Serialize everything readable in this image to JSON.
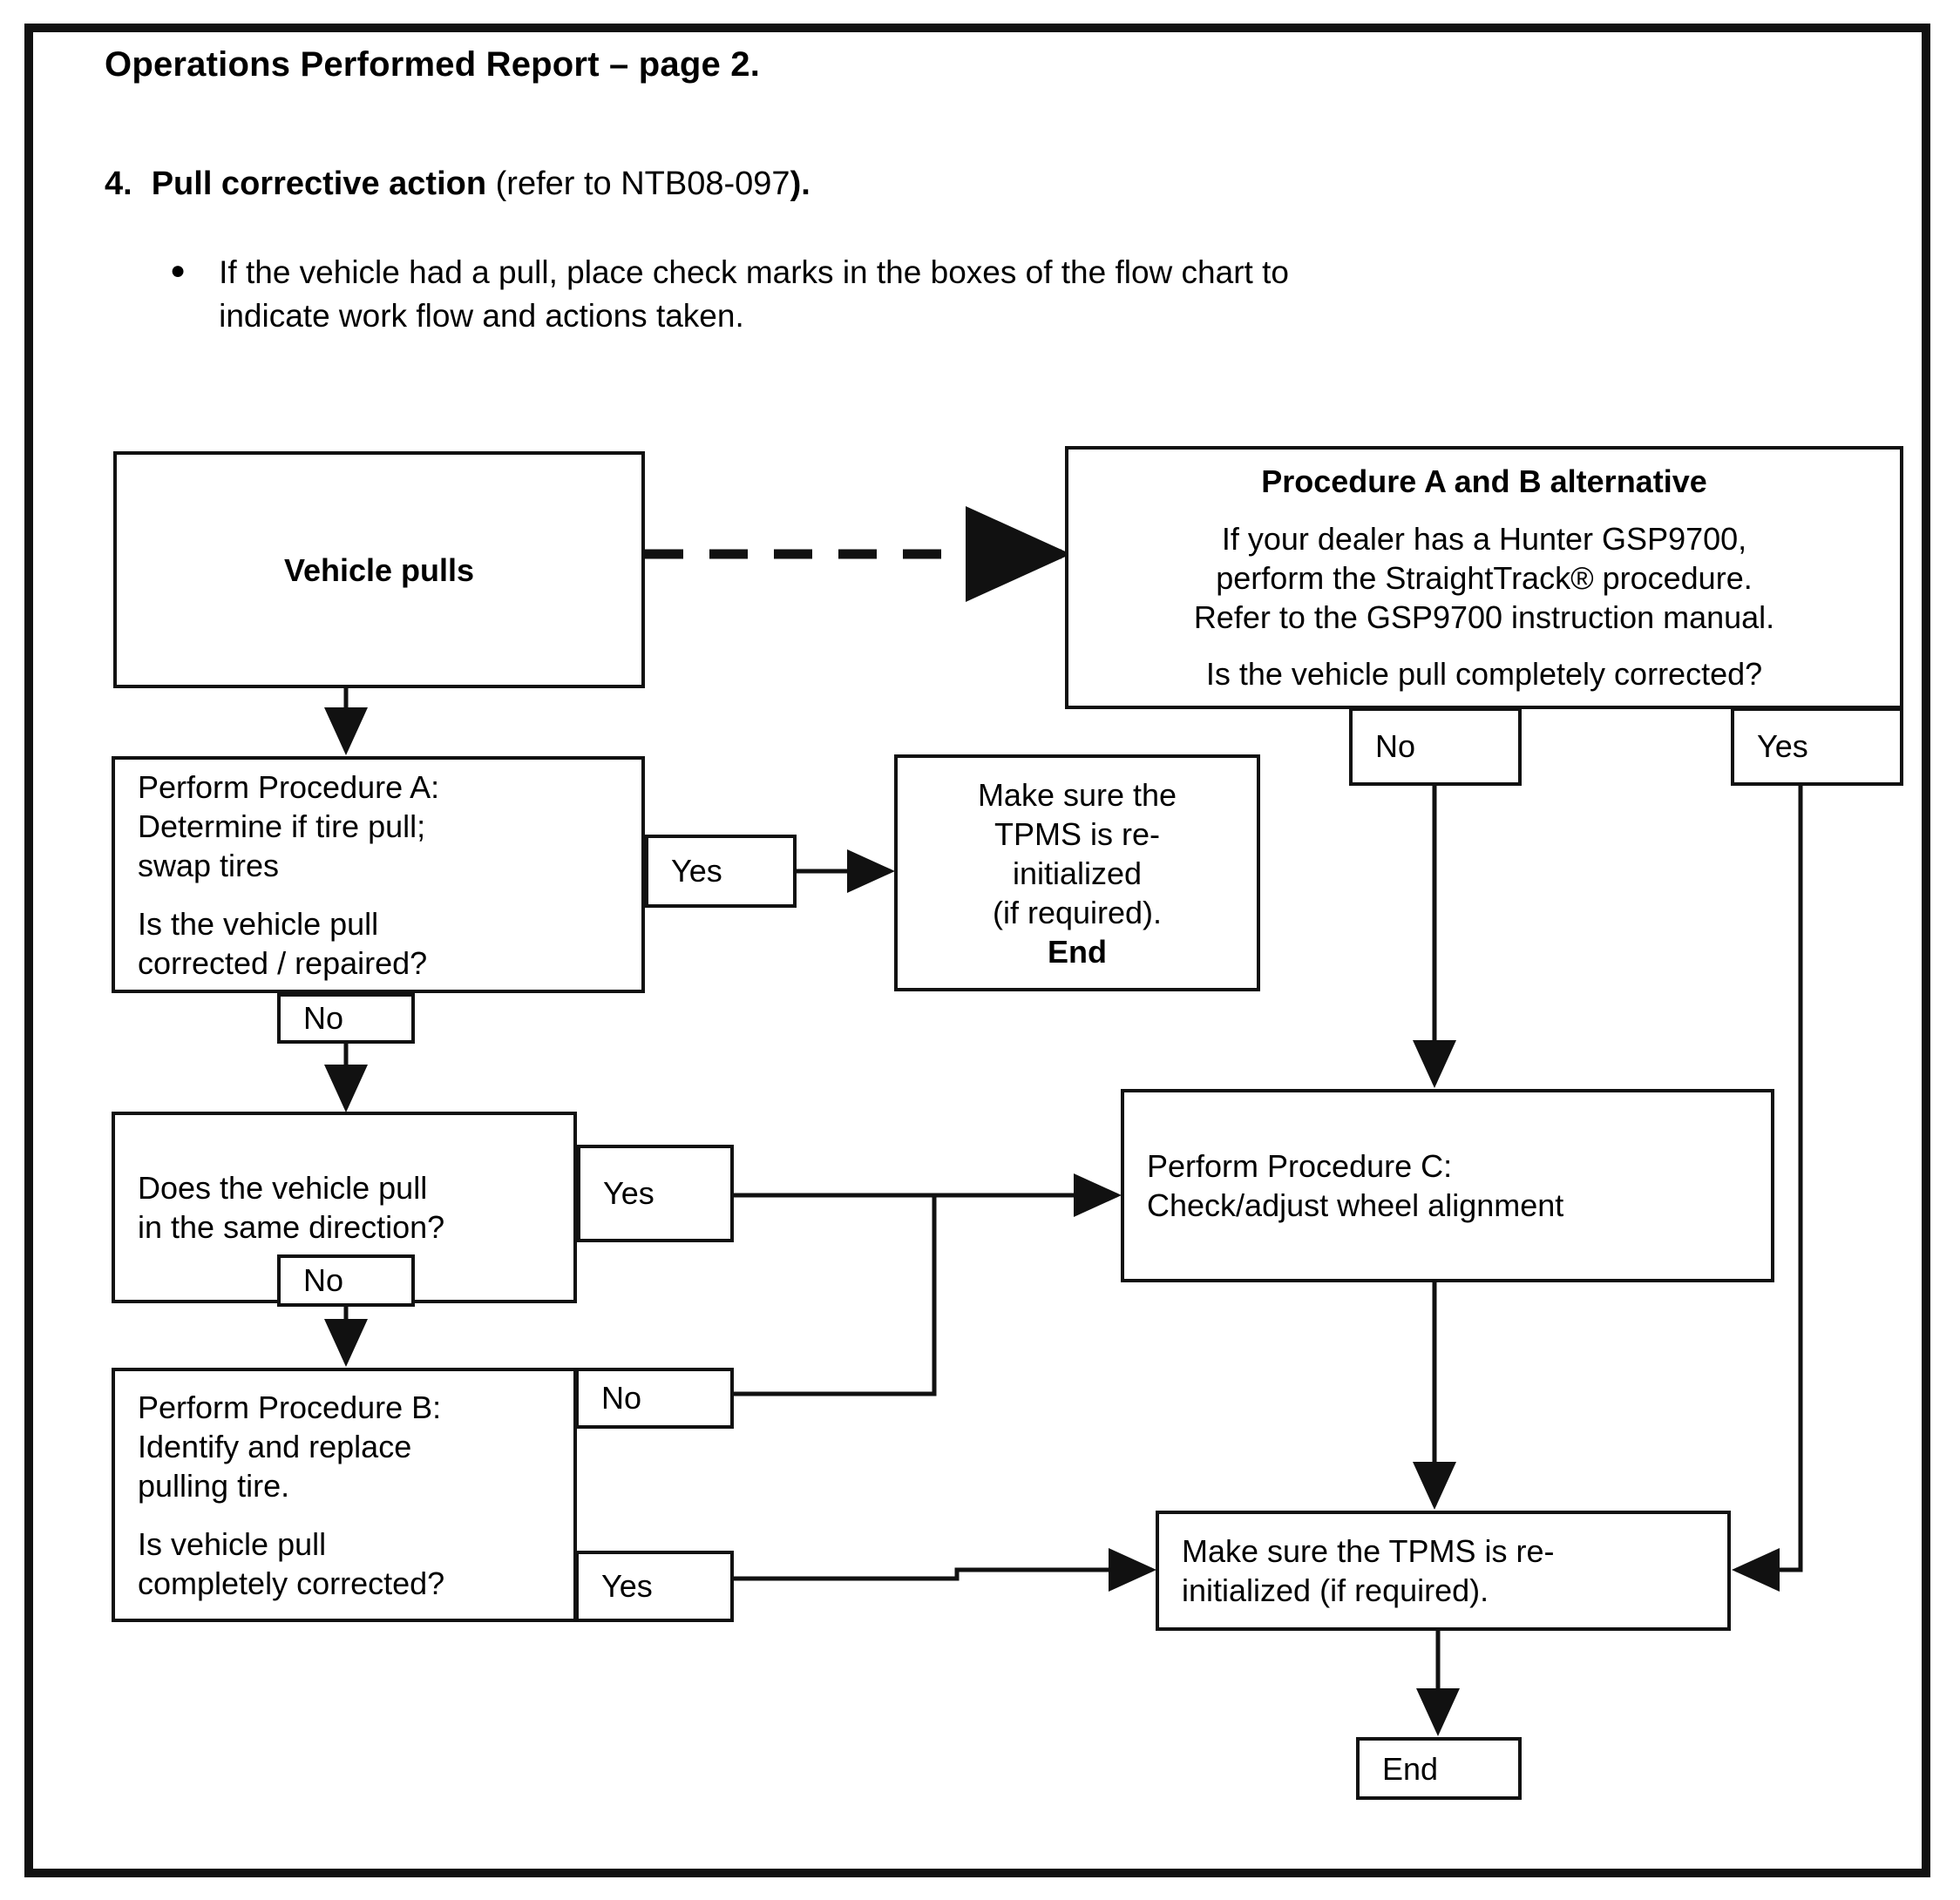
{
  "document": {
    "title": "Operations Performed Report – page 2.",
    "step": {
      "number": "4.",
      "bold_lead": "Pull corrective action",
      "tail_normal": " (refer to NTB08-097",
      "tail_bold": ")."
    },
    "bullet": {
      "marker": "●",
      "text": "If the vehicle had a pull, place check marks in the boxes of the flow chart to indicate work flow and actions taken."
    }
  },
  "flowchart": {
    "vehicle_pulls": "Vehicle pulls",
    "alt_title": "Procedure A and B alternative",
    "alt_body_1": "If your dealer has a Hunter GSP9700,",
    "alt_body_2": "perform the StraightTrack® procedure.",
    "alt_body_3": "Refer to the GSP9700 instruction manual.",
    "alt_question": "Is the vehicle pull completely corrected?",
    "alt_no": "No",
    "alt_yes": "Yes",
    "proc_a_1": "Perform Procedure A:",
    "proc_a_2": "Determine if tire pull;",
    "proc_a_3": "swap tires",
    "proc_a_q1": "Is the vehicle pull",
    "proc_a_q2": "corrected / repaired?",
    "proc_a_yes": "Yes",
    "proc_a_no": "No",
    "tpms_end_1": "Make sure the",
    "tpms_end_2": "TPMS is re-",
    "tpms_end_3": "initialized",
    "tpms_end_4": "(if required).",
    "tpms_end_5": "End",
    "same_dir_1": "Does the vehicle pull",
    "same_dir_2": "in the same direction?",
    "same_dir_yes": "Yes",
    "same_dir_no": "No",
    "proc_b_1": "Perform Procedure B:",
    "proc_b_2": "Identify and replace",
    "proc_b_3": "pulling tire.",
    "proc_b_q1": "Is vehicle pull",
    "proc_b_q2": "completely corrected?",
    "proc_b_no": "No",
    "proc_b_yes": "Yes",
    "proc_c_1": "Perform Procedure C:",
    "proc_c_2": "Check/adjust wheel alignment",
    "tpms_bottom_1": "Make sure the TPMS is re-",
    "tpms_bottom_2": "initialized (if required).",
    "end": "End"
  },
  "colors": {
    "ink": "#111111",
    "paper": "#ffffff"
  }
}
